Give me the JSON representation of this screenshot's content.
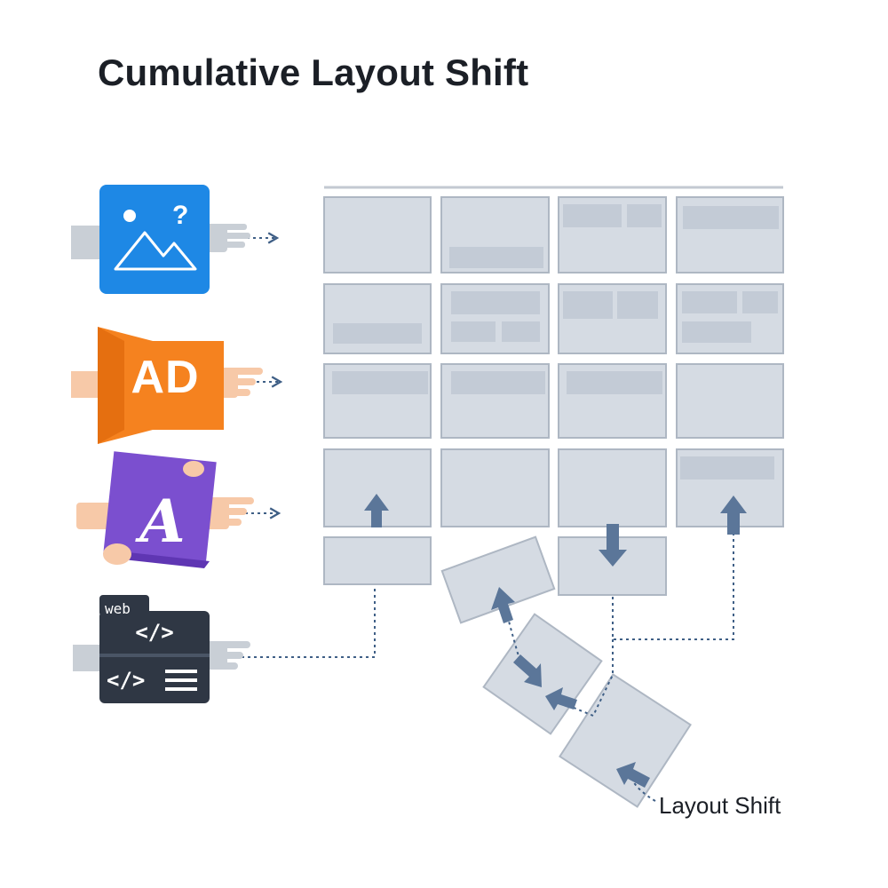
{
  "title": "Cumulative Layout Shift",
  "sources": {
    "image": {
      "icon": "image-placeholder-icon"
    },
    "ad": {
      "label": "AD",
      "icon": "ad-banner-icon"
    },
    "font": {
      "glyph": "A",
      "icon": "web-font-icon"
    },
    "web": {
      "tab_label": "web",
      "code_line_1": "</>",
      "code_line_2": "</>",
      "icon": "code-window-icon"
    }
  },
  "annotation": {
    "label": "Layout Shift"
  },
  "colors": {
    "image_blue": "#1e88e5",
    "ad_orange": "#f5821f",
    "font_purple": "#7b4fcf",
    "web_dark": "#2f3744",
    "tile_fill": "#d5dbe3",
    "tile_stroke": "#aeb7c3",
    "arrow_blue": "#5b7699",
    "connector": "#3f5f86"
  }
}
